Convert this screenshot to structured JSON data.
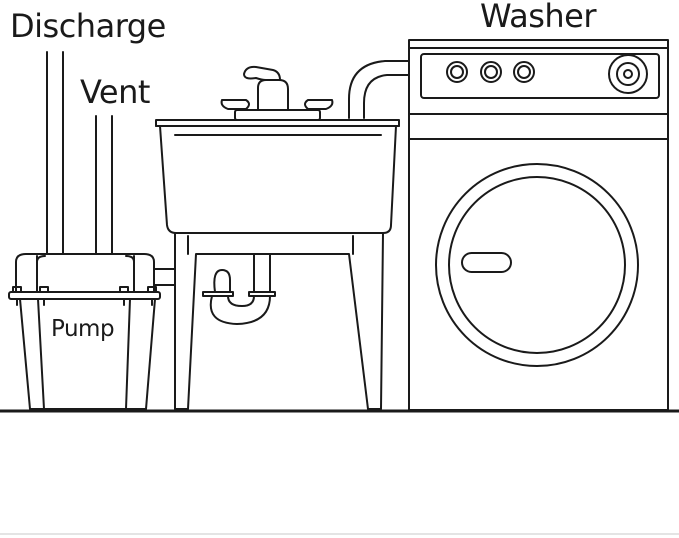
{
  "labels": {
    "discharge": "Discharge",
    "vent": "Vent",
    "washer": "Washer",
    "pump": "Pump"
  },
  "colors": {
    "line": "#1a1a1a",
    "background": "#ffffff",
    "rule": "#e4e4e4"
  }
}
